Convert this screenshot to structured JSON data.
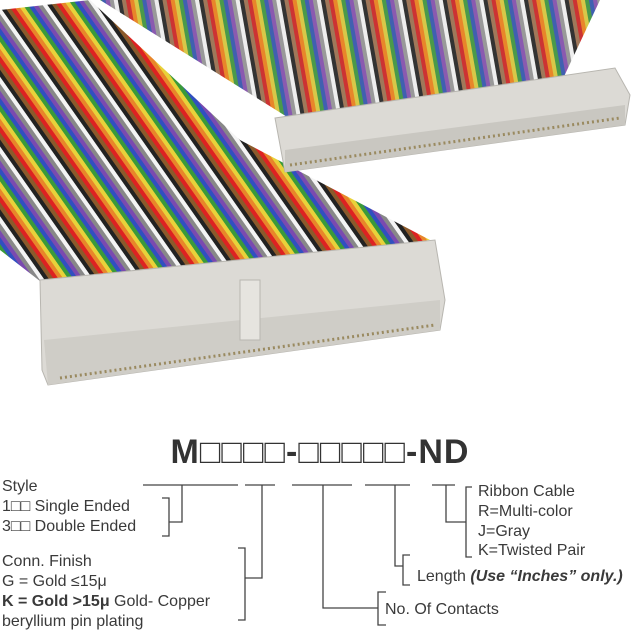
{
  "part_number": "M□□□□-□□□□□-ND",
  "style": {
    "label": "Style",
    "options": [
      "1□□ Single Ended",
      "3□□ Double Ended"
    ]
  },
  "conn_finish": {
    "label": "Conn. Finish",
    "g": "G = Gold ≤15μ",
    "k_bold": "K = Gold >15μ",
    "k_rest": " Gold- Copper",
    "k_line2": "beryllium pin plating"
  },
  "contacts": {
    "label": "No. Of Contacts"
  },
  "length": {
    "label": "Length ",
    "note": "(Use “Inches” only.)"
  },
  "ribbon": {
    "label": "Ribbon Cable",
    "options": [
      "R=Multi-color",
      "J=Gray",
      "K=Twisted Pair"
    ]
  },
  "colors": {
    "connector": "#dcdad5",
    "text": "#3a3a3a",
    "stripes": [
      "#8b5a2b",
      "#d22",
      "#e8862a",
      "#e8d23a",
      "#3a9a3a",
      "#3050c0",
      "#7a4ab0",
      "#888",
      "#f4f4f4",
      "#222"
    ]
  }
}
